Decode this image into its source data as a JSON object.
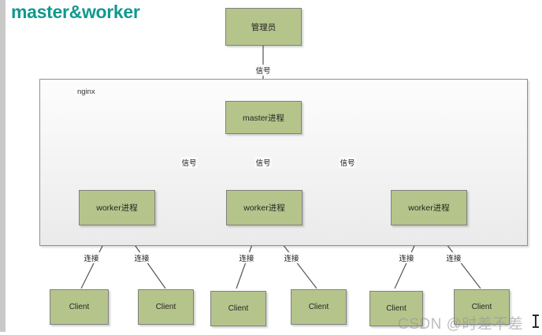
{
  "title": "master&worker",
  "container": {
    "label": "nginx"
  },
  "nodes": {
    "admin": {
      "label": "管理员"
    },
    "master": {
      "label": "master进程"
    },
    "workers": [
      {
        "label": "worker进程"
      },
      {
        "label": "worker进程"
      },
      {
        "label": "worker进程"
      }
    ],
    "clients": [
      {
        "label": "Client"
      },
      {
        "label": "Client"
      },
      {
        "label": "Client"
      },
      {
        "label": "Client"
      },
      {
        "label": "Client"
      },
      {
        "label": "Client"
      }
    ]
  },
  "edges": {
    "admin_to_master": {
      "label": "信号"
    },
    "master_to_workers": [
      {
        "label": "信号"
      },
      {
        "label": "信号"
      },
      {
        "label": "信号"
      }
    ],
    "clients_to_workers": [
      {
        "label": "连接"
      },
      {
        "label": "连接"
      },
      {
        "label": "连接"
      },
      {
        "label": "连接"
      },
      {
        "label": "连接"
      },
      {
        "label": "连接"
      }
    ]
  },
  "watermark": "CSDN @时差不差",
  "colors": {
    "title": "#11998e",
    "node_fill": "#b5c48a",
    "node_border": "#808080",
    "container_border": "#909090",
    "edge": "#555555"
  }
}
